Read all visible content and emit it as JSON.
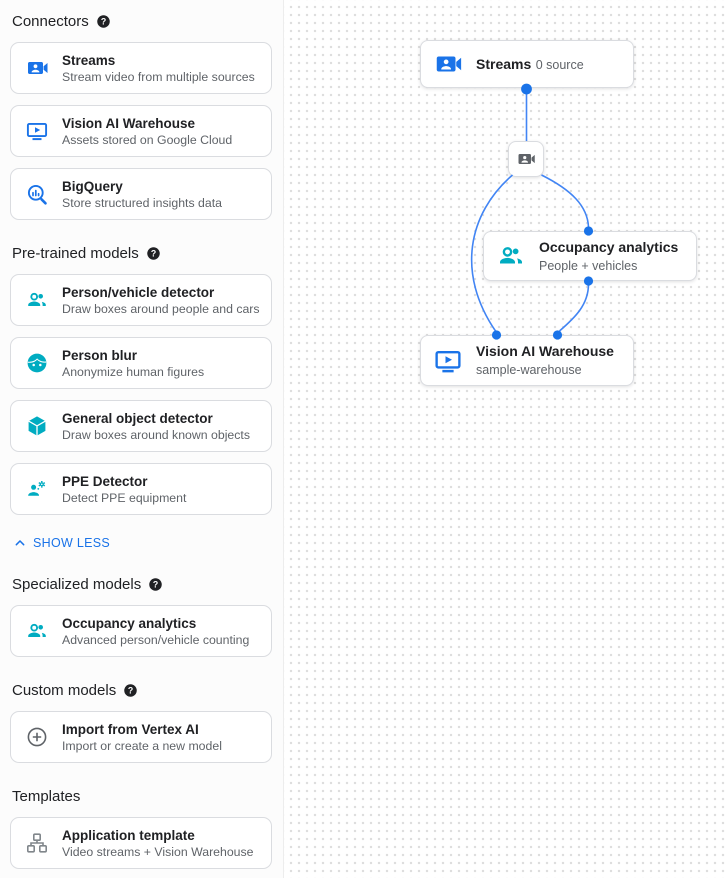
{
  "colors": {
    "accent_blue": "#1a73e8",
    "edge_blue": "#4285f4",
    "model_teal": "#00acc1",
    "icon_gray": "#5f6368",
    "title_dark": "#202124",
    "subtitle_gray": "#5f6368"
  },
  "palette": {
    "sections": [
      {
        "title": "Connectors",
        "has_help": true,
        "items": [
          {
            "label": "Streams",
            "description": "Stream video from multiple sources",
            "icon": "video-camera-icon",
            "icon_color": "#1a73e8"
          },
          {
            "label": "Vision AI Warehouse",
            "description": "Assets stored on Google Cloud",
            "icon": "smart-display-icon",
            "icon_color": "#1a73e8"
          },
          {
            "label": "BigQuery",
            "description": "Store structured insights data",
            "icon": "bigquery-search-icon",
            "icon_color": "#1a73e8"
          }
        ]
      },
      {
        "title": "Pre-trained models",
        "has_help": true,
        "items": [
          {
            "label": "Person/vehicle detector",
            "description": "Draw boxes around people and cars",
            "icon": "people-icon",
            "icon_color": "#00acc1"
          },
          {
            "label": "Person blur",
            "description": "Anonymize human figures",
            "icon": "face-icon",
            "icon_color": "#00acc1"
          },
          {
            "label": "General object detector",
            "description": "Draw boxes around known objects",
            "icon": "cube-icon",
            "icon_color": "#00acc1"
          },
          {
            "label": "PPE Detector",
            "description": "Detect PPE equipment",
            "icon": "person-gear-icon",
            "icon_color": "#00acc1"
          }
        ]
      },
      {
        "title": "Specialized models",
        "has_help": true,
        "items": [
          {
            "label": "Occupancy analytics",
            "description": "Advanced person/vehicle counting",
            "icon": "people-icon",
            "icon_color": "#00acc1"
          }
        ]
      },
      {
        "title": "Custom models",
        "has_help": true,
        "items": [
          {
            "label": "Import from Vertex AI",
            "description": "Import or create a new model",
            "icon": "plus-circle-icon",
            "icon_color": "#5f6368"
          }
        ]
      },
      {
        "title": "Templates",
        "has_help": false,
        "items": [
          {
            "label": "Application template",
            "description": "Video streams + Vision Warehouse",
            "icon": "tree-icon",
            "icon_color": "#80868b"
          }
        ]
      }
    ],
    "show_less_label": "SHOW LESS"
  },
  "canvas": {
    "nodes": {
      "streams": {
        "title": "Streams",
        "subtitle": "0 source",
        "icon": "video-camera-icon",
        "icon_color": "#1a73e8"
      },
      "processor": {
        "icon": "video-camera-icon",
        "icon_color": "#5f6368"
      },
      "occupancy": {
        "title": "Occupancy analytics",
        "subtitle": "People + vehicles",
        "icon": "people-icon",
        "icon_color": "#00acc1"
      },
      "warehouse": {
        "title": "Vision AI Warehouse",
        "subtitle": "sample-warehouse",
        "icon": "smart-display-icon",
        "icon_color": "#1a73e8"
      }
    }
  }
}
